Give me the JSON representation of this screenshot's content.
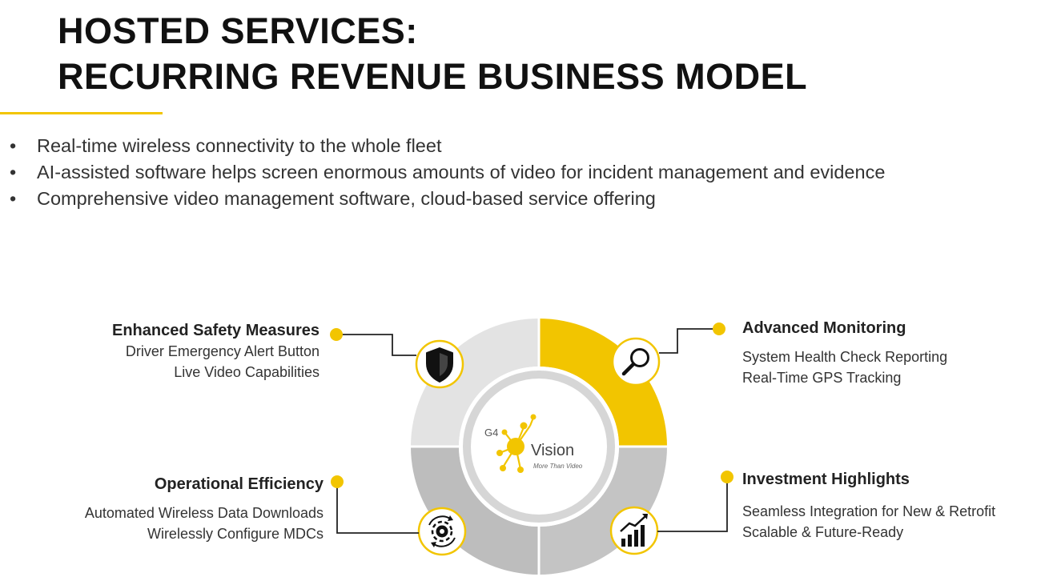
{
  "slide": {
    "title_lines": [
      "HOSTED SERVICES:",
      "RECURRING REVENUE BUSINESS MODEL"
    ],
    "bullets": [
      "Real-time wireless connectivity to the whole fleet",
      "AI-assisted software helps screen enormous amounts of video for incident management and evidence",
      "Comprehensive video management software, cloud-based service offering"
    ]
  },
  "logo": {
    "prefix": "G4",
    "name": "Vision",
    "tagline": "More Than Video"
  },
  "features": {
    "safety": {
      "title": "Enhanced Safety Measures",
      "lines": [
        "Driver Emergency Alert Button",
        "Live Video Capabilities"
      ],
      "icon": "shield-icon"
    },
    "monitoring": {
      "title": "Advanced Monitoring",
      "lines": [
        "System Health Check Reporting",
        "Real-Time GPS Tracking"
      ],
      "icon": "magnifier-icon"
    },
    "efficiency": {
      "title": "Operational Efficiency",
      "lines": [
        "Automated Wireless Data Downloads",
        "Wirelessly Configure MDCs"
      ],
      "icon": "gear-cycle-icon"
    },
    "investment": {
      "title": "Investment Highlights",
      "lines": [
        "Seamless Integration for New & Retrofit",
        "Scalable & Future-Ready"
      ],
      "icon": "growth-chart-icon"
    }
  },
  "colors": {
    "accent": "#F2C500",
    "ring_light": "#E3E3E3",
    "ring_dark": "#BDBDBD",
    "inner_ring": "#D6D6D6",
    "text": "#222222"
  }
}
